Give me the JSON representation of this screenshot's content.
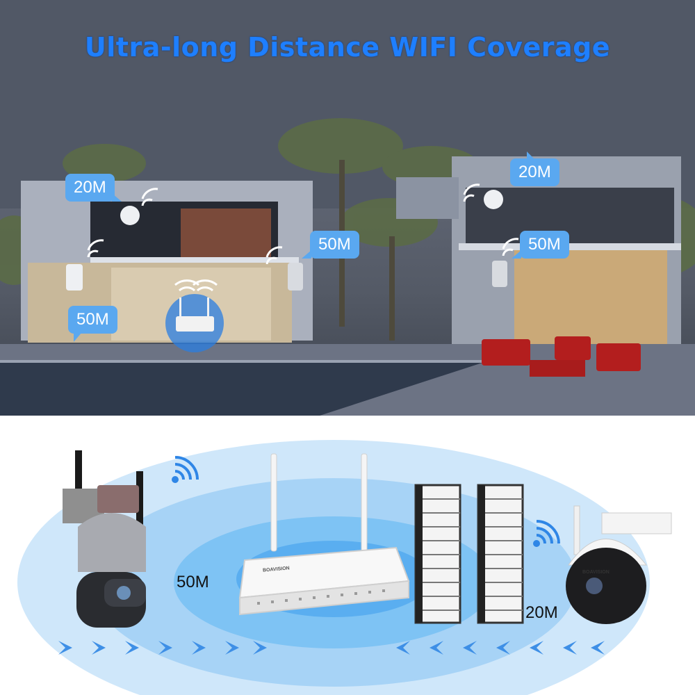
{
  "headline": "Ultra-long Distance WIFI Coverage",
  "house_scene": {
    "labels": [
      "20M",
      "50M",
      "50M",
      "20M",
      "50M"
    ]
  },
  "diagram": {
    "left_distance": "50M",
    "right_distance": "20M",
    "router_brand": "BOAVISION",
    "camera_brand": "BOAVISION"
  },
  "colors": {
    "headline": "#1e7fff",
    "bubble": "#5aa8f0",
    "coverage": "#7ec3f4",
    "arrow": "#3e8fe6"
  }
}
